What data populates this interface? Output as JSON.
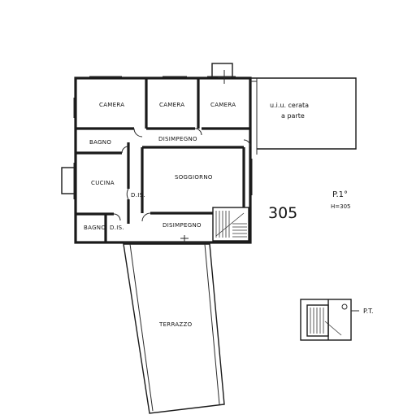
{
  "rooms": {
    "camera_1": "CAMERA",
    "camera_2": "CAMERA",
    "camera_3": "CAMERA",
    "disimpegno_top": "DISIMPEGNO",
    "bagno_top": "BAGNO",
    "cucina": "CUCINA",
    "soggiorno": "SOGGIORNO",
    "dis_mid": "D.IS.",
    "bagno_bottom": "BAGNO",
    "dis_bottom": "D.IS.",
    "disimpegno_bottom": "DISIMPEGNO",
    "terrazzo": "TERRAZZO"
  },
  "annotations": {
    "other_unit_line1": "u.i.u. cerata",
    "other_unit_line2": "a parte",
    "sheet_number": "305",
    "floor": "P.1°",
    "scale": "H=305",
    "ground_floor_ref": "P.T."
  }
}
